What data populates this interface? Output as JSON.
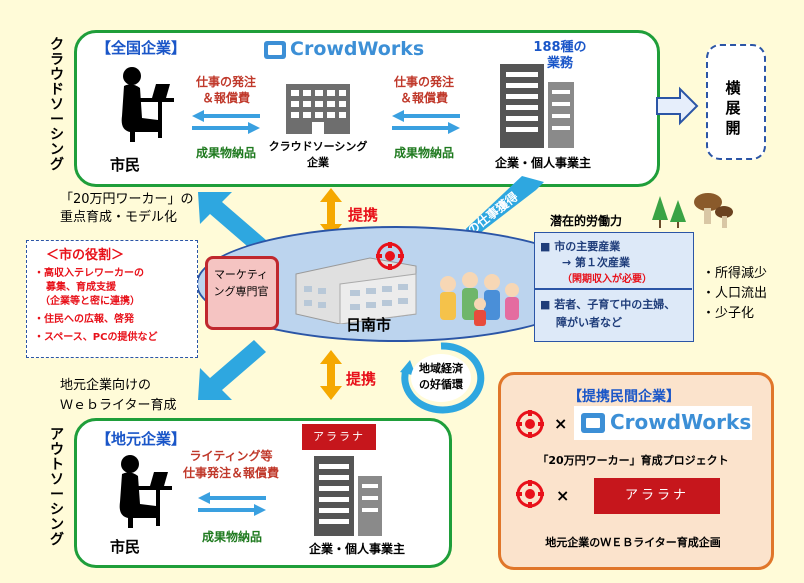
{
  "top": {
    "side_label": "クラウドソーシング",
    "tag": "【全国企業】",
    "logo": "CrowdWorks",
    "left_order_1": "仕事の発注",
    "left_order_2": "＆報償費",
    "left_deliver": "成果物納品",
    "right_order_1": "仕事の発注",
    "right_order_2": "＆報償費",
    "right_deliver": "成果物納品",
    "citizen": "市民",
    "platform_1": "クラウドソーシング",
    "platform_2": "企業",
    "count_1": "188種の",
    "count_2": "業務",
    "company": "企業・個人事業主"
  },
  "expand": "横展開",
  "national_work": "全国の仕事獲得",
  "left_top_note_1": "「20万円ワーカー」の",
  "left_top_note_2": "重点育成・モデル化",
  "partner_top": "提携",
  "partner_bottom": "提携",
  "role": {
    "title": "＜市の役割＞",
    "items": [
      "・高収入テレワーカーの",
      "募集、育成支援",
      "（企業等と密に連携）",
      "・住民への広報、啓発",
      "・スペース、PCの提供など"
    ]
  },
  "marketing": "マーケティング専門官",
  "city": "日南市",
  "labor": {
    "title": "潜在的労働力",
    "line1": "■ 市の主要産業",
    "line2": "→ 第１次産業",
    "line3": "（閑期収入が必要）",
    "line4": "■ 若者、子育て中の主婦、",
    "line5": "障がい者など"
  },
  "issues": [
    "・所得減少",
    "・人口流出",
    "・少子化"
  ],
  "cycle_1": "地域経済",
  "cycle_2": "の好循環",
  "left_bottom_note_1": "地元企業向けの",
  "left_bottom_note_2": "Ｗｅｂライター育成",
  "bottom": {
    "side_label": "アウトソーシング",
    "tag": "【地元企業】",
    "order_1": "ライティング等",
    "order_2": "仕事発注＆報償費",
    "deliver": "成果物納品",
    "citizen": "市民",
    "logo": "アララナ",
    "company": "企業・個人事業主"
  },
  "partners": {
    "title": "【提携民間企業】",
    "times_1": "×",
    "logo_1": "CrowdWorks",
    "project_1": "「20万円ワーカー」育成プロジェクト",
    "times_2": "×",
    "logo_2": "アララナ",
    "project_2": "地元企業のＷＥＢライター育成企画"
  },
  "colors": {
    "green_border": "#1f9e3a",
    "blue_arrow": "#3aa0e0",
    "orange_arrow": "#f5a800",
    "red": "#e8111a"
  }
}
